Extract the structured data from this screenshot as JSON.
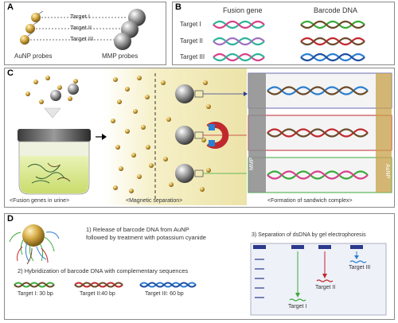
{
  "panelA": {
    "label": "A",
    "targets": [
      "Target I",
      "Target II",
      "Target III"
    ],
    "auNP_label": "AuNP probes",
    "mmp_label": "MMP probes"
  },
  "panelB": {
    "label": "B",
    "fusion_header": "Fusion gene",
    "barcode_header": "Barcode DNA",
    "targets": [
      "Target I",
      "Target II",
      "Target III"
    ]
  },
  "panelC": {
    "label": "C",
    "caption_left": "<Fusion genes in urine>",
    "caption_mid": "<Magnetic separation>",
    "caption_right": "<Formation of sandwich complex>",
    "mmp_label": "MMP",
    "aunp_label": "AuNP"
  },
  "panelD": {
    "label": "D",
    "step1_line1": "1) Release of barcode DNA from AuNP",
    "step1_line2": "followed by treatment with potassium cyanide",
    "step2": "2) Hybridization of barcode DNA with complementary sequences",
    "barcodes": [
      "Target I: 30 bp",
      "Target II:40 bp",
      "Target III: 60 bp"
    ],
    "step3": "3) Separation of dsDNA by gel electrophoresis",
    "gel_labels": [
      "Target I",
      "Target II",
      "Target III"
    ]
  },
  "colors": {
    "gold": "#c9a24a",
    "grey_bead": "#9a9a9a",
    "teal": "#2fb39a",
    "pink": "#d6408a",
    "blue": "#2b7fd0",
    "brown": "#6b4a2a",
    "green": "#3aaa3a",
    "red": "#c0282e",
    "gel_band": "#2b3a8c"
  }
}
